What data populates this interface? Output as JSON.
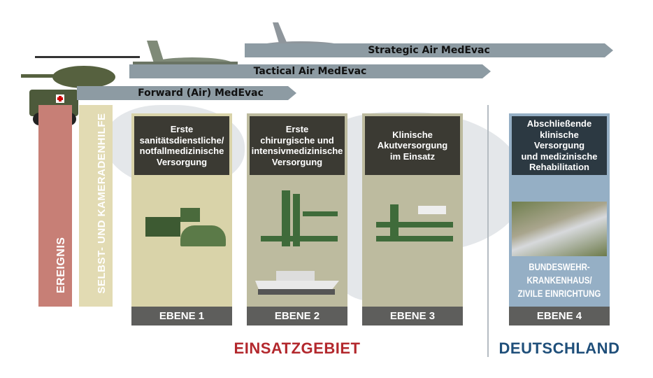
{
  "arrows": {
    "strategic": "Strategic Air MedEvac",
    "tactical": "Tactical Air MedEvac",
    "forward": "Forward (Air) MedEvac"
  },
  "bars": {
    "event": "EREIGNIS",
    "self_help": "SELBST- UND KAMERADENHILFE"
  },
  "levels": [
    {
      "title": "Erste\nsanitätsdienstliche/\nnotfallmedizinische\nVersorgung",
      "label": "EBENE 1"
    },
    {
      "title": "Erste\nchirurgische und\nintensivmedizinische\nVersorgung",
      "label": "EBENE 2"
    },
    {
      "title": "Klinische\nAkutversorgung\nim Einsatz",
      "label": "EBENE 3"
    },
    {
      "title": "Abschließende\nklinische Versorgung\nund medizinische\nRehabilitation",
      "label": "EBENE 4",
      "facility": "BUNDESWEHR-\nKRANKENHAUS/\nZIVILE EINRICHTUNG"
    }
  ],
  "regions": {
    "deployment": "EINSATZGEBIET",
    "germany": "DEUTSCHLAND"
  },
  "colors": {
    "red": "#b3282d",
    "blue": "#1f4f7a",
    "arrow": "#8d9ba3"
  }
}
